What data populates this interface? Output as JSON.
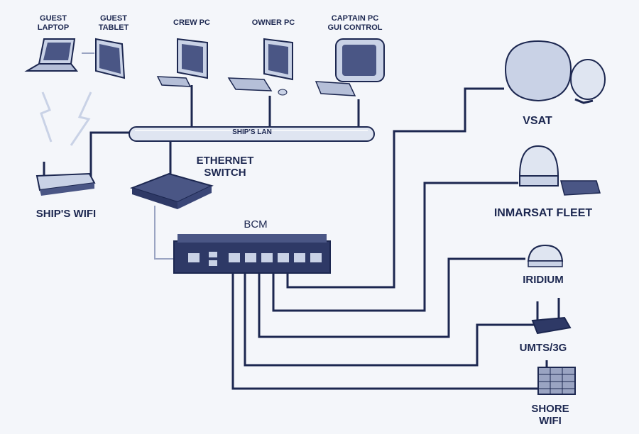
{
  "labels": {
    "guest_laptop": "GUEST\nLAPTOP",
    "guest_tablet": "GUEST\nTABLET",
    "crew_pc": "CREW PC",
    "owner_pc": "OWNER PC",
    "captain_pc": "CAPTAIN PC\nGUI CONTROL",
    "ships_lan": "SHIP'S LAN",
    "ethernet_switch": "ETHERNET\nSWITCH",
    "ships_wifi": "SHIP'S WIFI",
    "bcm": "BCM",
    "vsat": "VSAT",
    "inmarsat": "INMARSAT FLEET",
    "iridium": "IRIDIUM",
    "umts": "UMTS/3G",
    "shore_wifi": "SHORE\nWIFI"
  },
  "colors": {
    "ink": "#1c2750",
    "device": "#c9d2e6",
    "device_dark": "#4a5685",
    "background": "#f4f6fa"
  }
}
